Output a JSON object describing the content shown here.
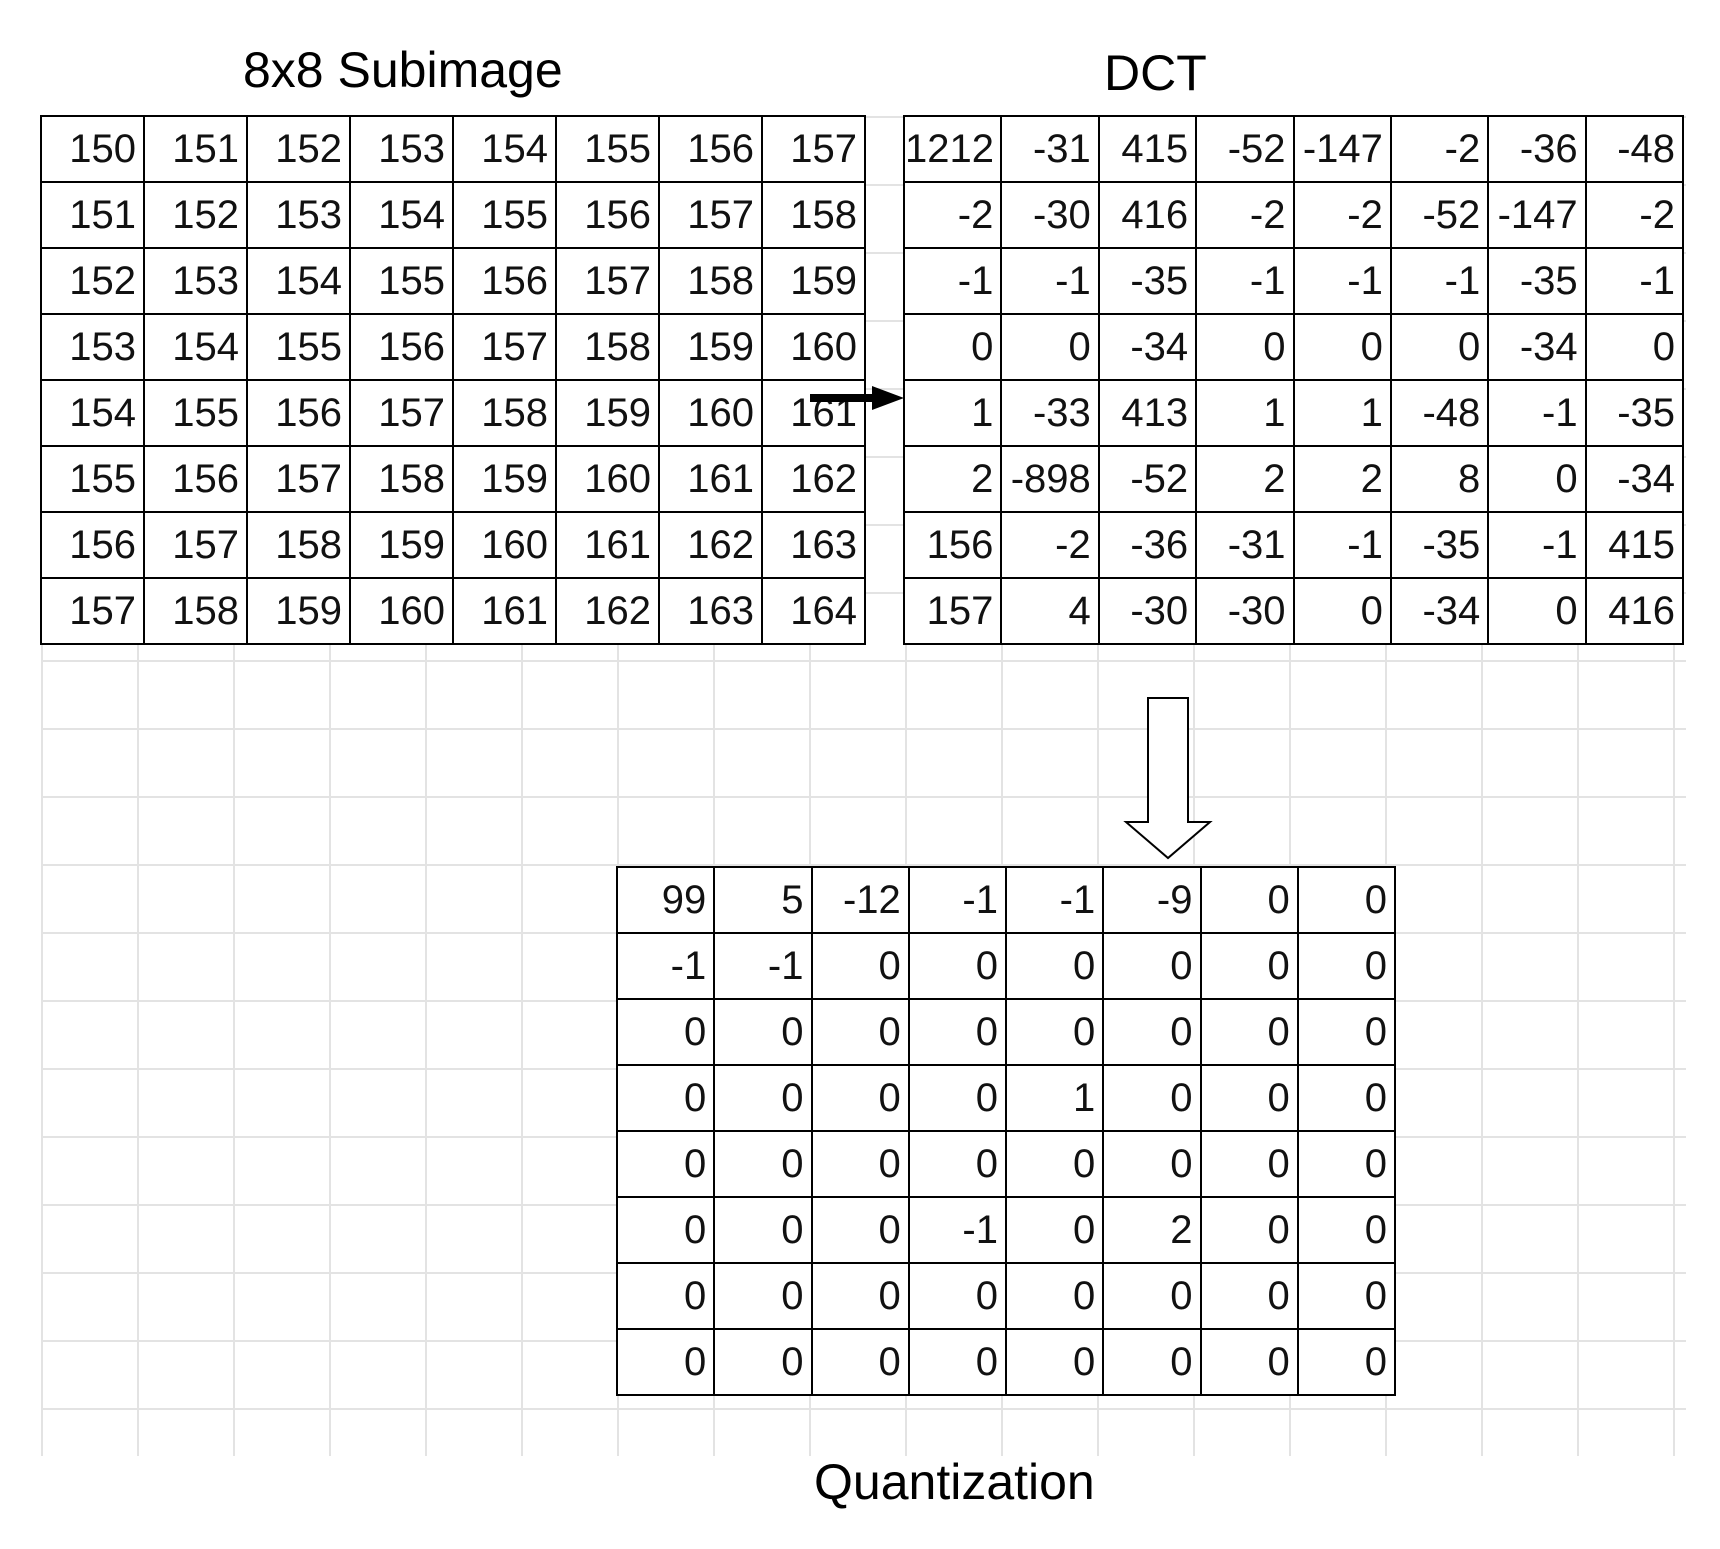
{
  "titles": {
    "subimage": "8x8 Subimage",
    "dct": "DCT",
    "quantization": "Quantization"
  },
  "subimage": [
    [
      "150",
      "151",
      "152",
      "153",
      "154",
      "155",
      "156",
      "157"
    ],
    [
      "151",
      "152",
      "153",
      "154",
      "155",
      "156",
      "157",
      "158"
    ],
    [
      "152",
      "153",
      "154",
      "155",
      "156",
      "157",
      "158",
      "159"
    ],
    [
      "153",
      "154",
      "155",
      "156",
      "157",
      "158",
      "159",
      "160"
    ],
    [
      "154",
      "155",
      "156",
      "157",
      "158",
      "159",
      "160",
      "161"
    ],
    [
      "155",
      "156",
      "157",
      "158",
      "159",
      "160",
      "161",
      "162"
    ],
    [
      "156",
      "157",
      "158",
      "159",
      "160",
      "161",
      "162",
      "163"
    ],
    [
      "157",
      "158",
      "159",
      "160",
      "161",
      "162",
      "163",
      "164"
    ]
  ],
  "dct": [
    [
      "1212",
      "-31",
      "415",
      "-52",
      "-147",
      "-2",
      "-36",
      "-48"
    ],
    [
      "-2",
      "-30",
      "416",
      "-2",
      "-2",
      "-52",
      "-147",
      "-2"
    ],
    [
      "-1",
      "-1",
      "-35",
      "-1",
      "-1",
      "-1",
      "-35",
      "-1"
    ],
    [
      "0",
      "0",
      "-34",
      "0",
      "0",
      "0",
      "-34",
      "0"
    ],
    [
      "1",
      "-33",
      "413",
      "1",
      "1",
      "-48",
      "-1",
      "-35"
    ],
    [
      "2",
      "-898",
      "-52",
      "2",
      "2",
      "8",
      "0",
      "-34"
    ],
    [
      "156",
      "-2",
      "-36",
      "-31",
      "-1",
      "-35",
      "-1",
      "415"
    ],
    [
      "157",
      "4",
      "-30",
      "-30",
      "0",
      "-34",
      "0",
      "416"
    ]
  ],
  "quantization": [
    [
      "99",
      "5",
      "-12",
      "-1",
      "-1",
      "-9",
      "0",
      "0"
    ],
    [
      "-1",
      "-1",
      "0",
      "0",
      "0",
      "0",
      "0",
      "0"
    ],
    [
      "0",
      "0",
      "0",
      "0",
      "0",
      "0",
      "0",
      "0"
    ],
    [
      "0",
      "0",
      "0",
      "0",
      "1",
      "0",
      "0",
      "0"
    ],
    [
      "0",
      "0",
      "0",
      "0",
      "0",
      "0",
      "0",
      "0"
    ],
    [
      "0",
      "0",
      "0",
      "-1",
      "0",
      "2",
      "0",
      "0"
    ],
    [
      "0",
      "0",
      "0",
      "0",
      "0",
      "0",
      "0",
      "0"
    ],
    [
      "0",
      "0",
      "0",
      "0",
      "0",
      "0",
      "0",
      "0"
    ]
  ]
}
